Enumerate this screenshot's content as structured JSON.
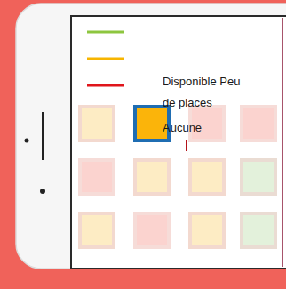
{
  "diagram": {
    "legend": [
      {
        "text": "Disponible"
      },
      {
        "text": "Peu de places"
      },
      {
        "text": "Aucune"
      }
    ]
  }
}
